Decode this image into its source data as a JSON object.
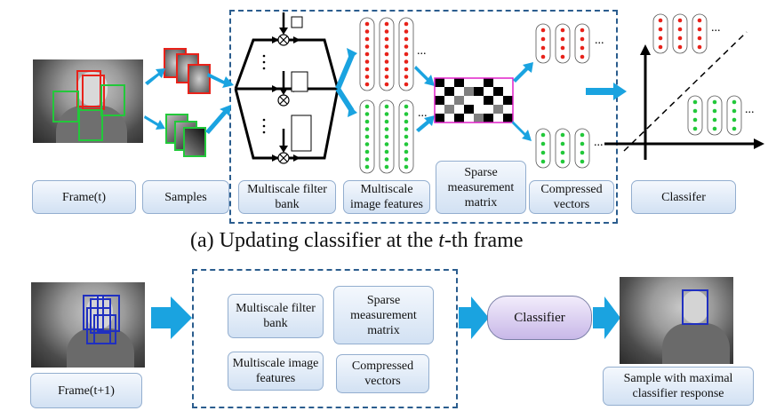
{
  "top_labels": {
    "frame": "Frame(t)",
    "samples": "Samples",
    "filter_bank": "Multiscale filter bank",
    "image_features": "Multiscale image features",
    "sparse_matrix": "Sparse measurement matrix",
    "compressed": "Compressed vectors",
    "classifier": "Classifer"
  },
  "caption_a": {
    "prefix": "(a) Updating classifier at the ",
    "italic": "t",
    "suffix": "-th frame"
  },
  "bottom_labels": {
    "frame": "Frame(t+1)",
    "filter_bank": "Multiscale filter bank",
    "sparse_matrix": "Sparse measurement matrix",
    "image_features": "Multiscale image features",
    "compressed": "Compressed vectors",
    "classifier": "Classifier",
    "result": "Sample with maximal classifier response"
  },
  "colors": {
    "arrow": "#1aa3e0",
    "positive": "#e8221a",
    "negative": "#22c83a",
    "dashed_box": "#2b5d8e",
    "matrix_border": "#e020c8",
    "tracking_box": "#2030c0"
  },
  "ellipsis": "..."
}
